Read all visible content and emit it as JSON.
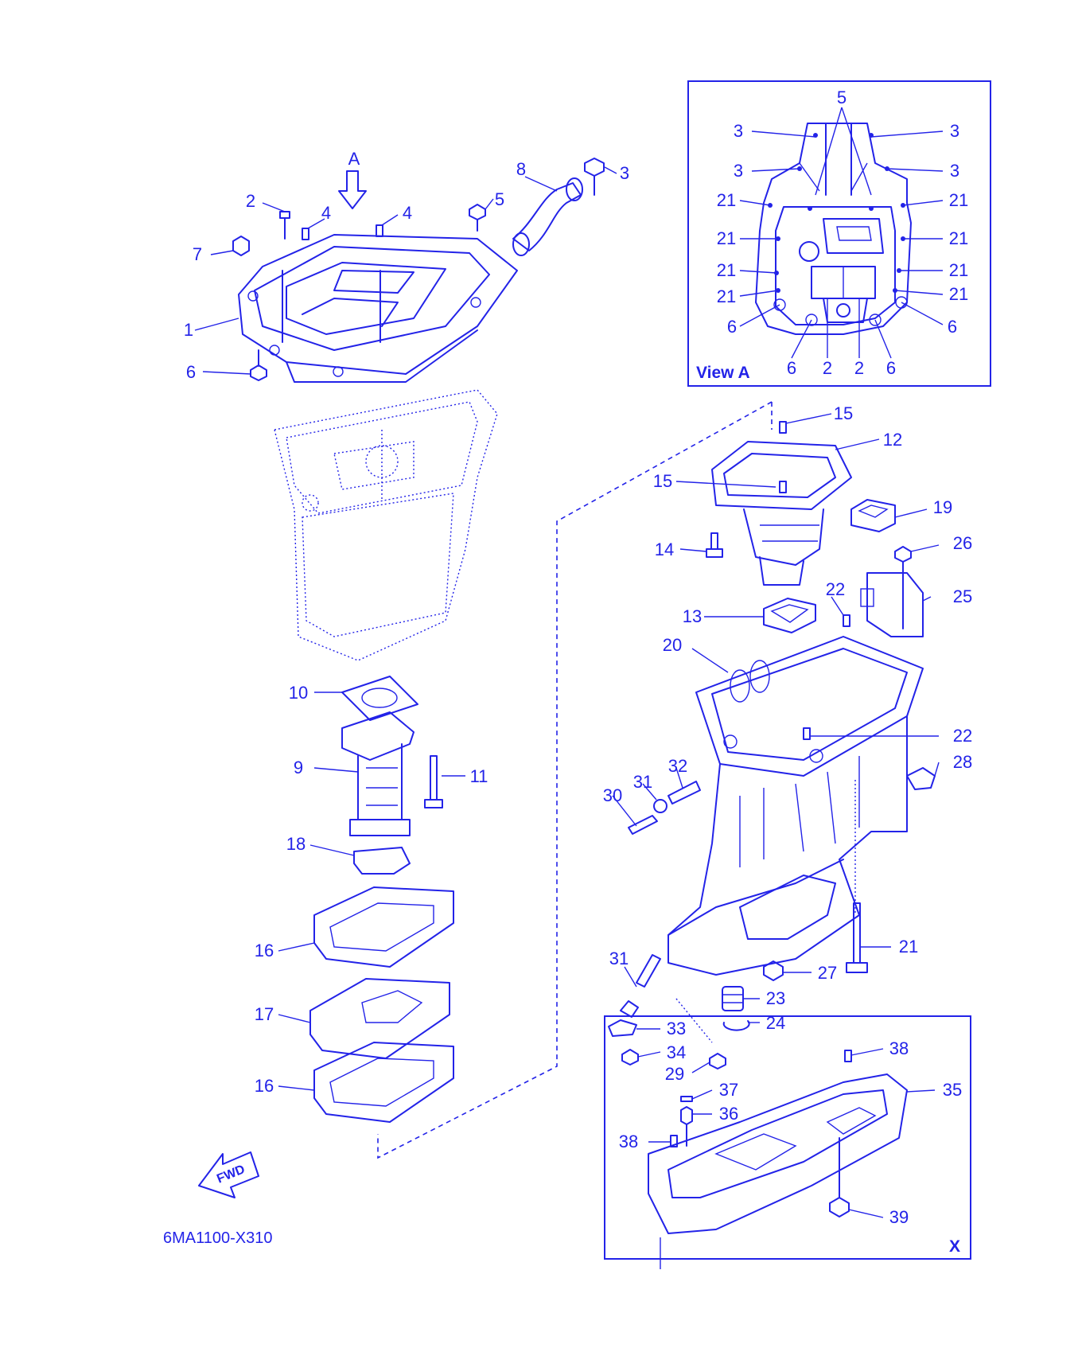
{
  "diagram": {
    "drawing_code": "6MA1100-X310",
    "view_a_label": "View A",
    "view_x_label": "X",
    "arrow_a_label": "A",
    "fwd_label": "FWD",
    "accent_color": "#2323e8",
    "callouts": [
      "1",
      "2",
      "2",
      "2",
      "3",
      "3",
      "3",
      "3",
      "3",
      "4",
      "4",
      "5",
      "5",
      "6",
      "6",
      "6",
      "6",
      "6",
      "7",
      "8",
      "9",
      "10",
      "11",
      "12",
      "13",
      "14",
      "15",
      "15",
      "16",
      "16",
      "17",
      "18",
      "19",
      "20",
      "21",
      "21",
      "21",
      "21",
      "21",
      "21",
      "21",
      "21",
      "21",
      "22",
      "22",
      "23",
      "24",
      "25",
      "26",
      "27",
      "28",
      "29",
      "30",
      "31",
      "31",
      "32",
      "33",
      "34",
      "35",
      "36",
      "37",
      "38",
      "38",
      "39"
    ]
  }
}
